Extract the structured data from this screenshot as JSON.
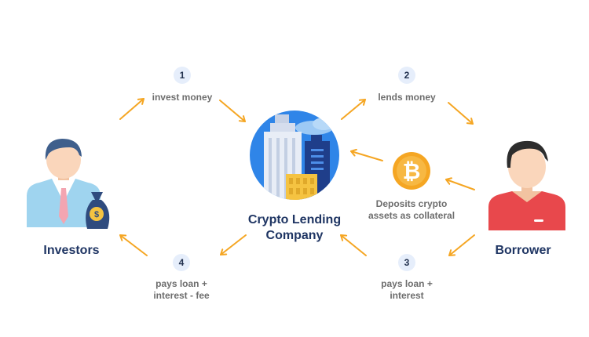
{
  "colors": {
    "arrow": "#f5a623",
    "heading": "#1f3563",
    "label": "#6d6d6d",
    "badge_bg": "#e6eefb",
    "circle": "#2f85e8",
    "bitcoin": "#f5a623"
  },
  "icons": {
    "investor": "investor-person-icon",
    "money_bag": "money-bag-icon",
    "company": "city-buildings-icon",
    "bitcoin": "bitcoin-icon",
    "borrower": "borrower-person-icon"
  },
  "nodes": {
    "investors": {
      "label": "Investors"
    },
    "company": {
      "label": "Crypto Lending\nCompany"
    },
    "borrower": {
      "label": "Borrower"
    },
    "collateral": {
      "label": "Deposits crypto\nassets as collateral"
    }
  },
  "steps": [
    {
      "number": "1",
      "label": "invest money"
    },
    {
      "number": "2",
      "label": "lends money"
    },
    {
      "number": "3",
      "label": "pays loan +\ninterest"
    },
    {
      "number": "4",
      "label": "pays loan +\ninterest - fee"
    }
  ]
}
